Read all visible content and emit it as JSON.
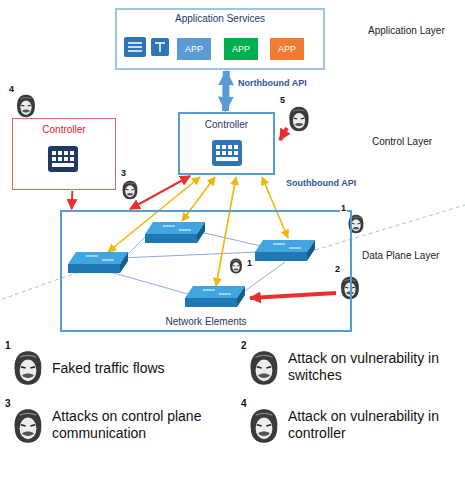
{
  "diagram": {
    "nodes": [
      {
        "text": [
          "Application Services"
        ]
      },
      {
        "text": [
          "APP"
        ],
        "in": 0
      },
      {
        "text": [
          "APP"
        ],
        "in": 0
      },
      {
        "text": [
          "APP"
        ],
        "in": 0
      },
      {
        "text": [
          "Controller"
        ]
      },
      {
        "text": [
          "Controller"
        ]
      },
      {
        "text": [
          "Network Elements"
        ]
      }
    ],
    "edges": [
      {
        "from": 0,
        "to": 5,
        "arrow": "both"
      },
      {
        "from": 4,
        "to": 6,
        "arrow": "to"
      },
      {
        "from": 5,
        "to": 6,
        "arrow": "both"
      }
    ],
    "labels": [
      "Application Layer",
      "Northbound API",
      "Control Layer",
      "Southbound API",
      "Data Plane Layer",
      "1",
      "1",
      "2",
      "3",
      "4",
      "5",
      "1",
      "2",
      "3",
      "4"
    ],
    "legend": [
      {
        "text": "Faked traffic flows"
      },
      {
        "text": "Attack on vulnerability in switches"
      },
      {
        "text": "Attacks on control plane communication"
      },
      {
        "text": "Attack on vulnerability in controller"
      }
    ]
  }
}
